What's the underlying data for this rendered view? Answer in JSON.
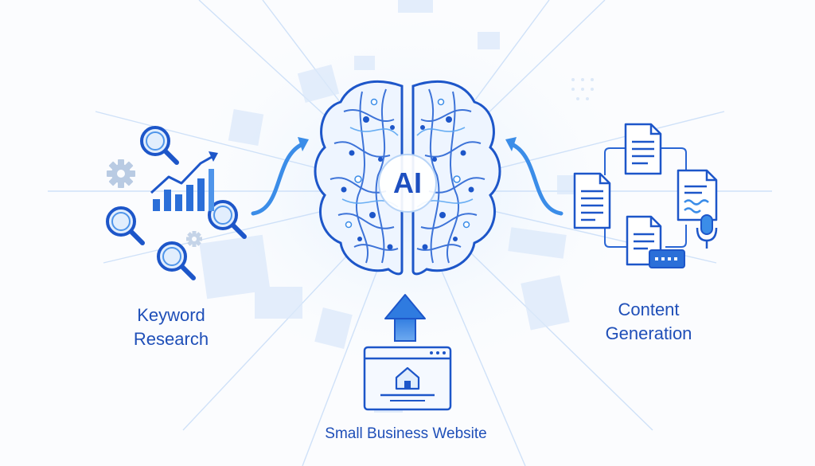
{
  "center": {
    "label": "AI"
  },
  "inputs": {
    "keyword_research": {
      "line1": "Keyword",
      "line2": "Research",
      "icons": [
        "magnifier-icon",
        "bar-chart-icon",
        "gear-icon"
      ]
    },
    "website": {
      "label": "Small Business Website",
      "icon": "browser-home-icon"
    }
  },
  "outputs": {
    "content_generation": {
      "line1": "Content",
      "line2": "Generation",
      "icons": [
        "document-icon",
        "microphone-icon",
        "keyboard-icon"
      ]
    }
  },
  "colors": {
    "primary": "#1d56c9",
    "accent": "#3b8de8",
    "light": "#d6e6fb",
    "background": "#fbfcfe"
  }
}
